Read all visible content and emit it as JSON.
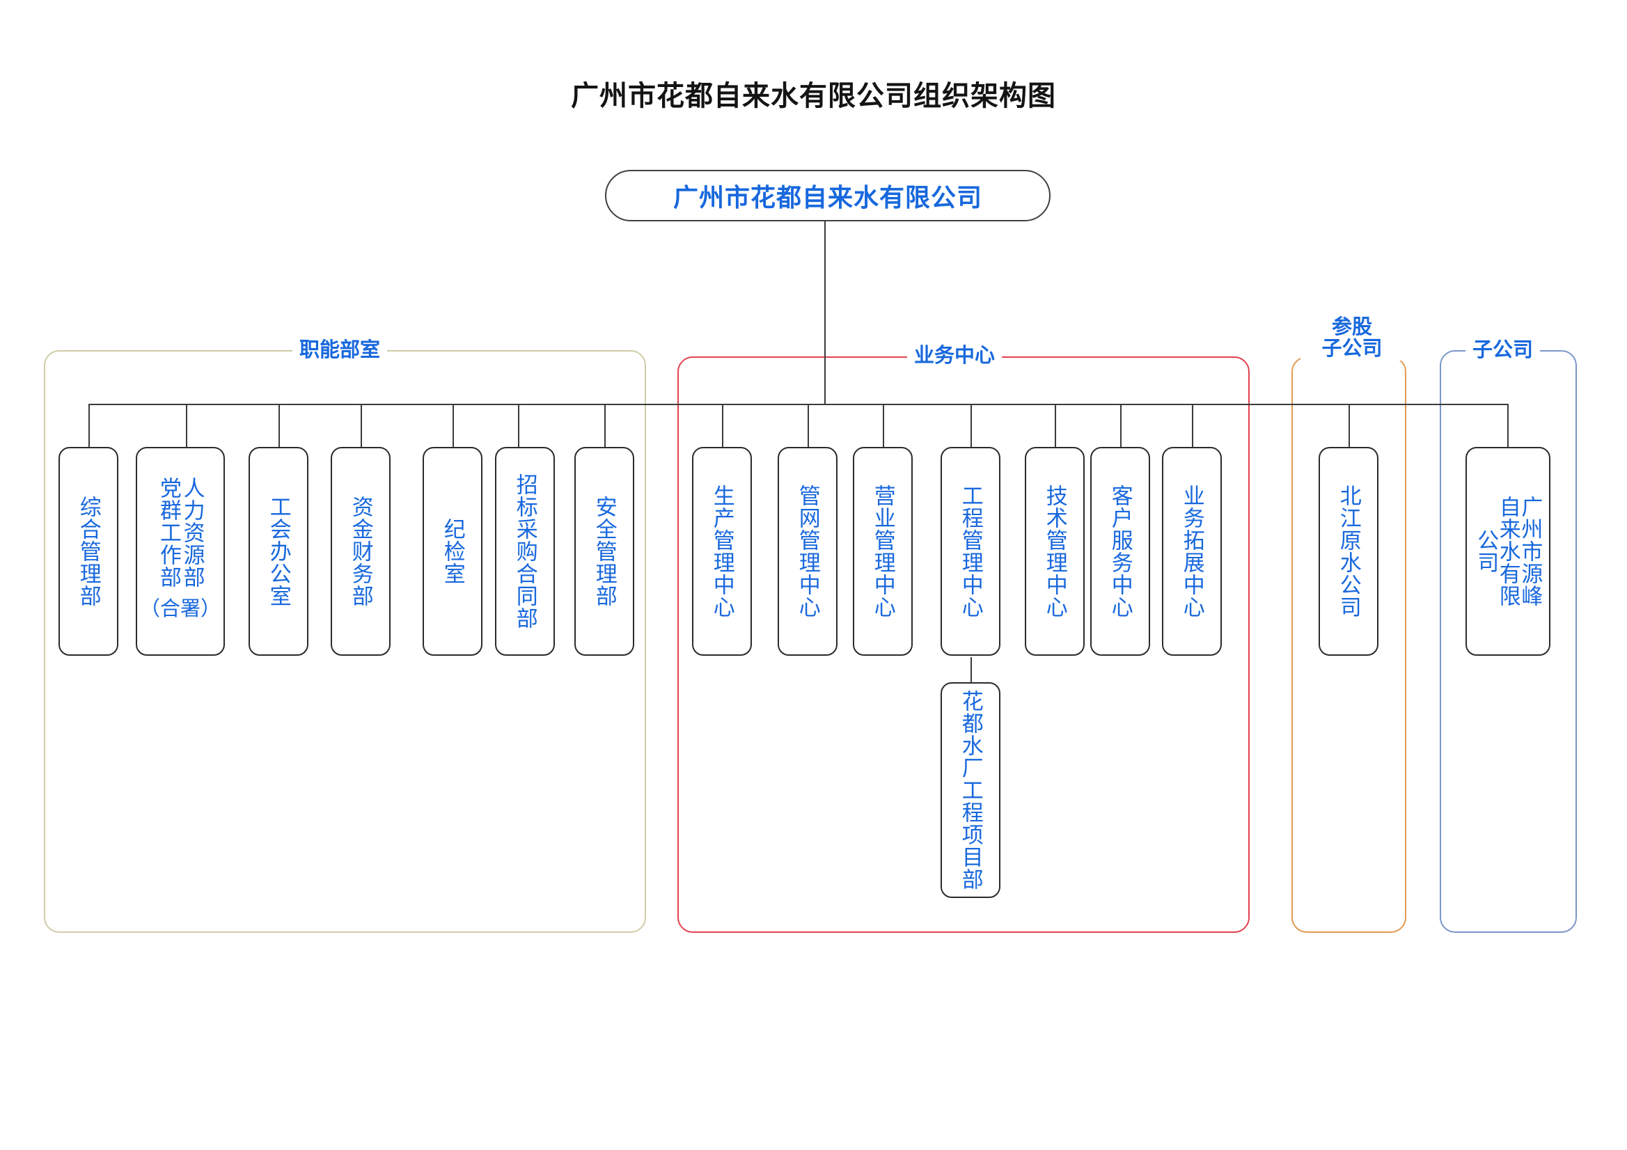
{
  "title": "广州市花都自来水有限公司组织架构图",
  "root": {
    "label": "广州市花都自来水有限公司"
  },
  "groups": [
    {
      "key": "functional",
      "label": "职能部室",
      "color": "#cfcca6"
    },
    {
      "key": "business",
      "label": "业务中心",
      "color": "#e2414f"
    },
    {
      "key": "affiliate",
      "label_line1": "参股",
      "label_line2": "子公司",
      "color": "#e09b52"
    },
    {
      "key": "subsidiary",
      "label": "子公司",
      "color": "#7a97c9"
    }
  ],
  "functional_departments": [
    {
      "label": "综合管理部"
    },
    {
      "label_right": "人力资源部",
      "label_left": "党群工作部",
      "note": "（合署）"
    },
    {
      "label": "工会办公室"
    },
    {
      "label": "资金财务部"
    },
    {
      "label": "纪检室"
    },
    {
      "label": "招标采购合同部"
    },
    {
      "label": "安全管理部"
    }
  ],
  "business_centers": [
    {
      "label": "生产管理中心"
    },
    {
      "label": "管网管理中心"
    },
    {
      "label": "营业管理中心"
    },
    {
      "label": "工程管理中心",
      "child": {
        "label": "花都水厂工程项目部"
      }
    },
    {
      "label": "技术管理中心"
    },
    {
      "label": "客户服务中心"
    },
    {
      "label": "业务拓展中心"
    }
  ],
  "affiliate_companies": [
    {
      "label": "北江原水公司"
    }
  ],
  "subsidiary_companies": [
    {
      "label": "广州市源峰自来水有限公司"
    }
  ],
  "colors": {
    "node_text": "#1868dd",
    "node_border": "#2b2b2b",
    "connector": "#3b3b3b",
    "title_text": "#141414"
  }
}
